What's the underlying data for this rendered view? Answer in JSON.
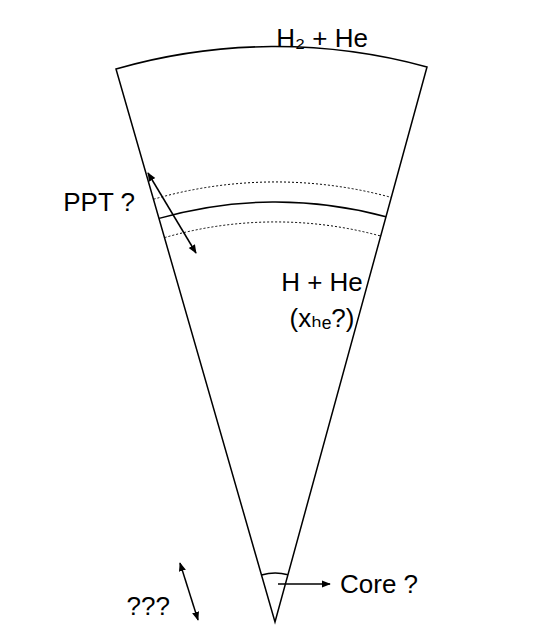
{
  "diagram": {
    "labels": [
      "H₂ + He",
      "PPT ?",
      "H + He",
      "(xₕₑ?)",
      "???",
      "Core ?"
    ]
  }
}
